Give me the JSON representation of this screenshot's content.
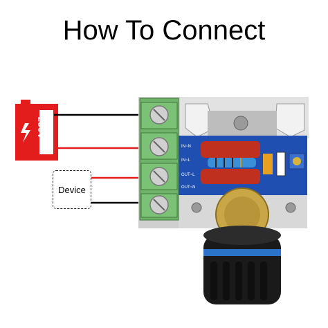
{
  "title": "How To Connect",
  "battery": {
    "label": "250V",
    "color": "#e31c1c"
  },
  "device": {
    "label": "Device"
  },
  "board": {
    "terminals": [
      "IN~N",
      "IN~L",
      "OUT~L",
      "OUT~N"
    ]
  },
  "colors": {
    "wire_black": "#000000",
    "wire_red": "#e31c1c",
    "terminal_green": "#6fb36a",
    "heatsink": "#d6d6d6",
    "pcb": "#1f4fb0",
    "knob": "#1a1a1a",
    "knob_stripe": "#2a73c9"
  }
}
